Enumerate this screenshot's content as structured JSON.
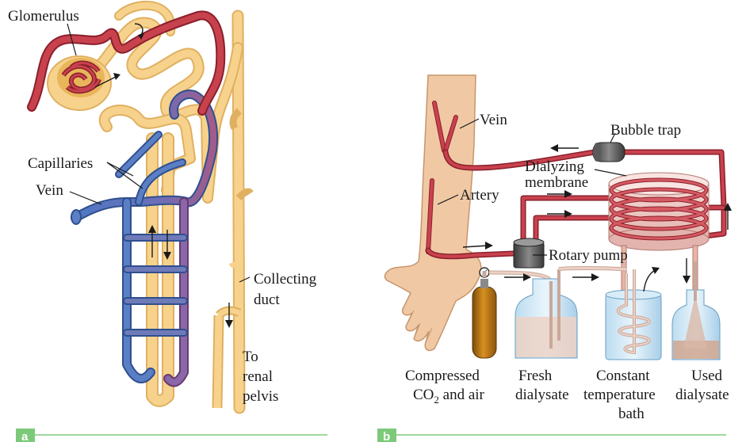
{
  "panel_a": {
    "tag": "a",
    "labels": {
      "glomerulus": "Glomerulus",
      "capillaries": "Capillaries",
      "vein": "Vein",
      "collecting_1": "Collecting",
      "collecting_2": "duct",
      "to_1": "To",
      "to_2": "renal",
      "to_3": "pelvis"
    }
  },
  "panel_b": {
    "tag": "b",
    "labels": {
      "vein": "Vein",
      "artery": "Artery",
      "bubble_trap": "Bubble trap",
      "dialyzing_1": "Dialyzing",
      "dialyzing_2": "membrane",
      "rotary_pump": "Rotary pump",
      "compressed_1": "Compressed",
      "compressed_2a": "CO",
      "compressed_2sub": "2",
      "compressed_2b": " and air",
      "fresh_1": "Fresh",
      "fresh_2": "dialysate",
      "constant_1": "Constant",
      "constant_2": "temperature",
      "constant_3": "bath",
      "used_1": "Used",
      "used_2": "dialysate"
    }
  },
  "colors": {
    "tubule": "#f7d28c",
    "tubule_edge": "#e0b060",
    "artery": "#c8424e",
    "artery_edge": "#8a1f2b",
    "vein": "#5a7fc4",
    "vein_edge": "#2f4f8f",
    "skin": "#f0c9a4",
    "skin_edge": "#c7956c",
    "panel_tag": "#7cc97a",
    "panel_line": "#9fd69d"
  }
}
